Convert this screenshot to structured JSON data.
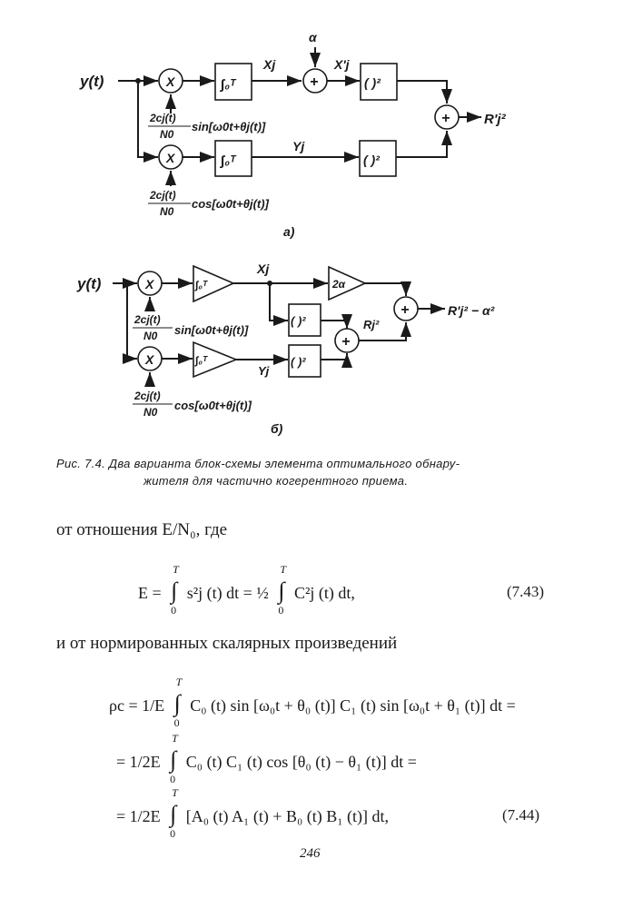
{
  "diagram_a": {
    "input": "y(t)",
    "multiplier": "X",
    "multiplier_lower": "X",
    "integrator": "∫₀ᵀ",
    "xj": "Xj",
    "alpha": "α",
    "xj_prime": "X'j",
    "square": "( )²",
    "sum": "+",
    "output": "R'j²",
    "yj": "Yj",
    "sin_num": "2cj(t)",
    "sin_den": "N0",
    "sin_term": "sin[ω0t+θj(t)]",
    "cos_num": "2cj(t)",
    "cos_den": "N0",
    "cos_term": "cos[ω0t+θj(t)]",
    "label": "a)"
  },
  "diagram_b": {
    "input": "y(t)",
    "multiplier": "X",
    "xj": "Xj",
    "yj": "Yj",
    "gain": "2α",
    "square": "( )²",
    "sum": "+",
    "rj2": "Rj²",
    "output": "R'j² − α²",
    "sin_num": "2cj(t)",
    "sin_den": "N0",
    "sin_term": "sin[ω0t+θj(t)]",
    "cos_num": "2cj(t)",
    "cos_den": "N0",
    "cos_term": "cos[ω0t+θj(t)]",
    "label": "б)"
  },
  "caption": {
    "line1": "Рис. 7.4. Два варианта блок-схемы элемента оптимального обнару-",
    "line2": "жителя для частично когерентного приема."
  },
  "body": {
    "p1": "от отношения E/N₀, где",
    "eq743_lhs": "E =",
    "eq743_mid": "s²j (t) dt = ",
    "eq743_half": "½",
    "eq743_rhs": "C²j (t) dt,",
    "eq743_no": "(7.43)",
    "p2": "и от нормированных скалярных произведений",
    "eq744_l1_lhs": "ρc = ",
    "eq744_l1_frac": "1/E",
    "eq744_l1": "C₀ (t) sin [ω₀t + θ₀ (t)] C₁ (t) sin [ω₀t + θ₁ (t)] dt =",
    "eq744_l2_frac": "= 1/2E",
    "eq744_l2": "C₀ (t) C₁ (t) cos [θ₀ (t) − θ₁ (t)] dt =",
    "eq744_l3_frac": "= 1/2E",
    "eq744_l3": "[A₀ (t) A₁ (t) + B₀ (t) B₁ (t)] dt,",
    "eq744_no": "(7.44)",
    "int_upper": "T",
    "int_lower": "0",
    "int_sign": "∫"
  },
  "page_number": "246"
}
